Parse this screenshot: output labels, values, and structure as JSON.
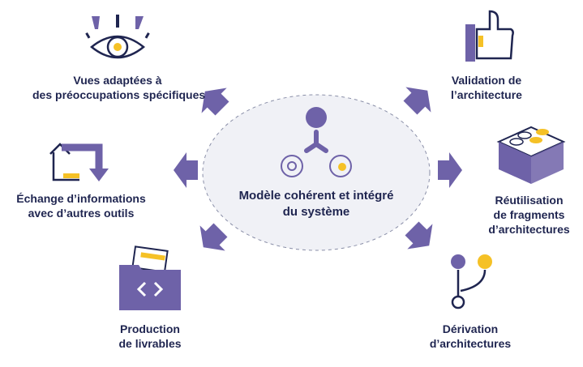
{
  "center": {
    "title_line1": "Modèle cohérent et intégré",
    "title_line2": "du système"
  },
  "nodes": [
    {
      "id": "views",
      "lines": [
        "Vues adaptées à",
        "des préoccupations spécifiques"
      ],
      "icon": "eye-icon"
    },
    {
      "id": "exchange",
      "lines": [
        "Échange d’informations",
        "avec d’autres outils"
      ],
      "icon": "sync-arrows-icon"
    },
    {
      "id": "deliverables",
      "lines": [
        "Production",
        "de livrables"
      ],
      "icon": "code-folder-icon"
    },
    {
      "id": "validation",
      "lines": [
        "Validation de",
        "l’architecture"
      ],
      "icon": "thumbs-up-icon"
    },
    {
      "id": "reuse",
      "lines": [
        "Réutilisation",
        "de fragments",
        "d’architectures"
      ],
      "icon": "building-block-icon"
    },
    {
      "id": "derivation",
      "lines": [
        "Dérivation",
        "d’architectures"
      ],
      "icon": "branch-icon"
    }
  ],
  "colors": {
    "primary": "#6e62a8",
    "accent": "#f5c126",
    "text": "#1f2550",
    "center_fill": "#f0f1f6"
  }
}
